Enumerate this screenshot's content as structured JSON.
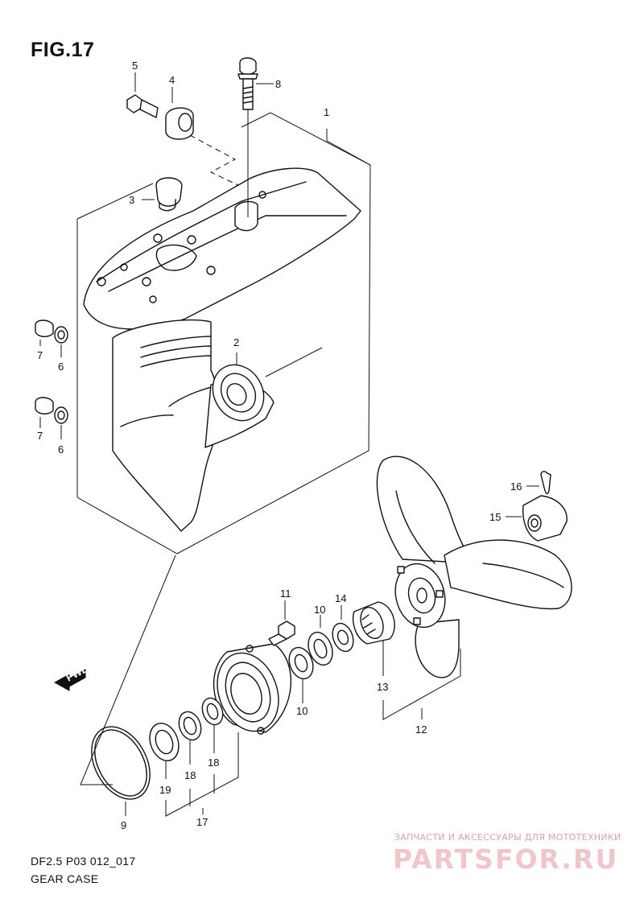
{
  "figure": {
    "title": "FIG.17",
    "model_code": "DF2.5 P03 012_017",
    "caption": "GEAR CASE"
  },
  "callouts": [
    {
      "id": "c1",
      "label": "1"
    },
    {
      "id": "c2",
      "label": "2"
    },
    {
      "id": "c3",
      "label": "3"
    },
    {
      "id": "c4",
      "label": "4"
    },
    {
      "id": "c5",
      "label": "5"
    },
    {
      "id": "c6a",
      "label": "6"
    },
    {
      "id": "c6b",
      "label": "6"
    },
    {
      "id": "c7a",
      "label": "7"
    },
    {
      "id": "c7b",
      "label": "7"
    },
    {
      "id": "c8",
      "label": "8"
    },
    {
      "id": "c9",
      "label": "9"
    },
    {
      "id": "c10a",
      "label": "10"
    },
    {
      "id": "c10b",
      "label": "10"
    },
    {
      "id": "c11",
      "label": "11"
    },
    {
      "id": "c12",
      "label": "12"
    },
    {
      "id": "c13",
      "label": "13"
    },
    {
      "id": "c14",
      "label": "14"
    },
    {
      "id": "c15",
      "label": "15"
    },
    {
      "id": "c16",
      "label": "16"
    },
    {
      "id": "c17",
      "label": "17"
    },
    {
      "id": "c18a",
      "label": "18"
    },
    {
      "id": "c18b",
      "label": "18"
    },
    {
      "id": "c19",
      "label": "19"
    }
  ],
  "direction_badge": {
    "label": "FWD"
  },
  "watermark": {
    "tagline": "ЗАПЧАСТИ И АКСЕССУАРЫ ДЛЯ МОТОТЕХНИКИ",
    "logo": "PARTSFOR.RU"
  }
}
